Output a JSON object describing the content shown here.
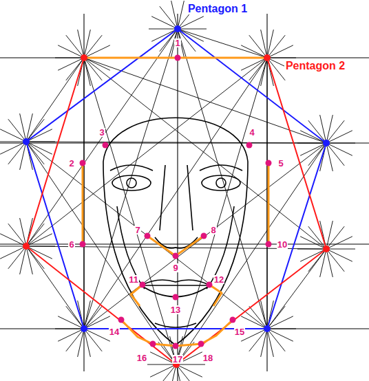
{
  "diagram": {
    "labels": [
      "Pentagon 1",
      "Pentagon 2",
      "1",
      "2",
      "3",
      "4",
      "5",
      "6",
      "7",
      "8",
      "9",
      "10",
      "11",
      "12",
      "13",
      "14",
      "15",
      "16",
      "17",
      "18"
    ]
  }
}
